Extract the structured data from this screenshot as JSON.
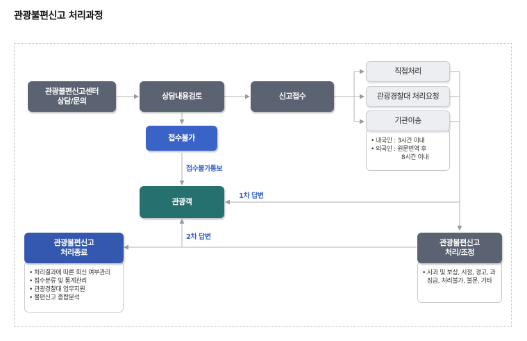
{
  "page": {
    "title": "관광불편신고 처리과정"
  },
  "nodes": {
    "center": "관광불편신고센터\n상담/문의",
    "review": "상담내용검토",
    "receipt": "신고접수",
    "direct": "직접처리",
    "police": "관광경찰대 처리요청",
    "transfer": "기관이송",
    "reject": "접수불가",
    "tourist": "관광객",
    "complete": "관광불편신고\n처리종료",
    "process": "관광불편신고\n처리/조정"
  },
  "labels": {
    "reject_notice": "접수불가통보",
    "first_reply": "1차 답변",
    "second_reply": "2차 답변"
  },
  "notes": {
    "transfer": [
      {
        "key": "내국인",
        "value": "3시간 이내",
        "extra": ""
      },
      {
        "key": "외국인",
        "value": "원문번역 후",
        "extra": "8시간 이내"
      }
    ],
    "complete": [
      "처리결과에 따른 회신 여부관리",
      "접수분류 및 통계관리",
      "관광경찰대 업무지원",
      "불편신고 종합분석"
    ],
    "process": "사과 및 보상, 시정, 경고, 과징금, 처리불가, 불문, 기타"
  },
  "colors": {
    "dark_node": "#5b6271",
    "blue_node": "#3a63c8",
    "teal_node": "#26716f",
    "connector": "#a9a9a9",
    "label_text": "#3a63c8"
  }
}
